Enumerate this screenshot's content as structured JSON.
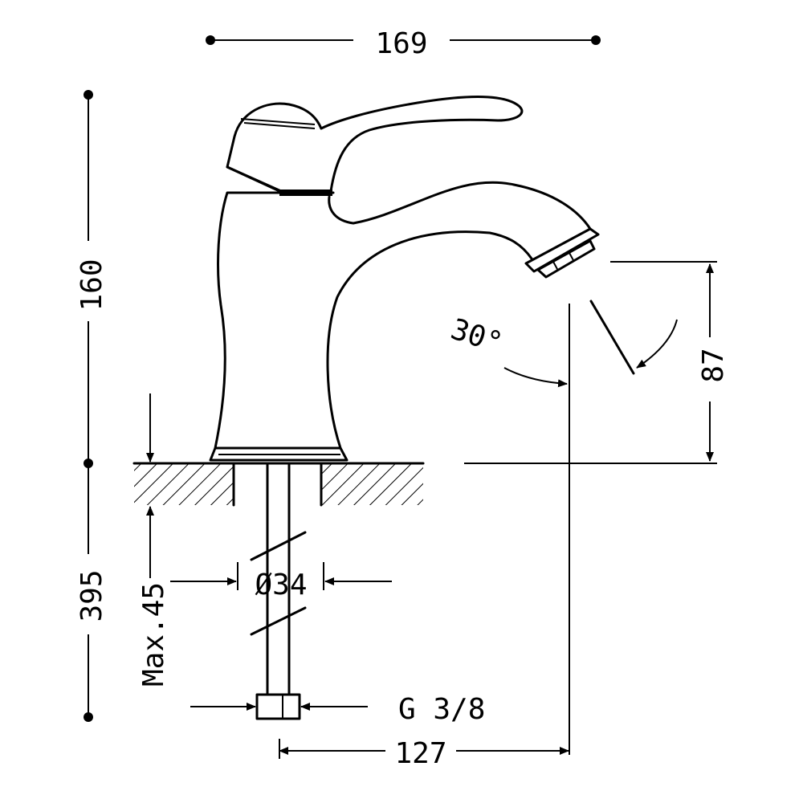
{
  "dimensions": {
    "width_top": "169",
    "height_upper": "160",
    "height_total": "395",
    "spout_height": "87",
    "angle": "30°",
    "pipe_diameter": "Ø34",
    "max_deck": "Max.45",
    "thread": "G 3/8",
    "reach": "127"
  }
}
